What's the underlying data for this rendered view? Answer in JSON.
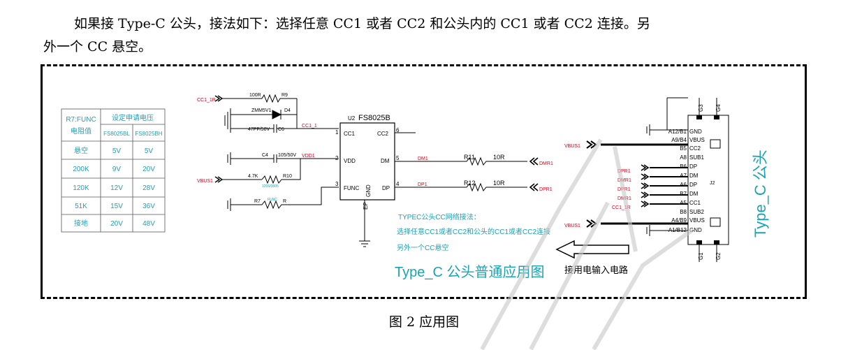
{
  "paragraph": {
    "line1": "如果接 Type-C 公头，接法如下：选择任意 CC1 或者 CC2 和公头内的 CC1 或者 CC2 连接。另",
    "line2": "外一个 CC 悬空。"
  },
  "caption": "图 2 应用图",
  "table": {
    "col1_header_line1": "R7:FUNC",
    "col1_header_line2": "电阻值",
    "group_header": "设定申请电压",
    "sub_headers": [
      "FS8025BL",
      "FS8025BH"
    ],
    "rows": [
      [
        "悬空",
        "5V",
        "5V"
      ],
      [
        "200K",
        "9V",
        "20V"
      ],
      [
        "120K",
        "12V",
        "28V"
      ],
      [
        "51K",
        "15V",
        "36V"
      ],
      [
        "接地",
        "20V",
        "48V"
      ]
    ]
  },
  "schematic": {
    "chip_ref": "U2",
    "chip_name": "FS8025B",
    "chip_pins_left": [
      {
        "num": "1",
        "name": "CC1"
      },
      {
        "num": "2",
        "name": "VDD"
      },
      {
        "num": "3",
        "name": "FUNC"
      }
    ],
    "chip_pins_right": [
      {
        "num": "6",
        "name": "CC2"
      },
      {
        "num": "5",
        "name": "DM"
      },
      {
        "num": "4",
        "name": "DP"
      }
    ],
    "chip_bottom": [
      "GND",
      "EP"
    ],
    "r9": {
      "value": "100R",
      "ref": "R9"
    },
    "d4": {
      "value": "ZMM5V1",
      "ref": "D4"
    },
    "c6": {
      "value": "47PF/50V",
      "ref": "C6"
    },
    "c4": {
      "value": "105/50V",
      "ref": "C4"
    },
    "r10": {
      "value": "4.7K",
      "ref": "R10",
      "pkg": "1206/0805"
    },
    "r7": {
      "ref": "R7",
      "net": "FUNC",
      "suffix": "R"
    },
    "r11": {
      "ref": "R11",
      "value": "10R"
    },
    "r12": {
      "ref": "R12",
      "value": "10R"
    },
    "nets": {
      "cc1_1r": "CC1_1R",
      "cc1_1": "CC1_1",
      "vdd1": "VDD1",
      "vbus1": "VBUS1",
      "dm1": "DM1",
      "dp1": "DP1",
      "dmr1": "DMR1",
      "dpr1": "DPR1"
    },
    "note_lines": [
      "TYPEC公头CC网络接法：",
      "选择任意CC1或者CC2和公头的CC1或者CC2连接",
      "另外一个CC悬空"
    ],
    "big_title": "Type_C 公头普通应用图",
    "arrow_label": "接用电输入电路",
    "connector": {
      "ref": "J2",
      "side_label": "Type_C 公头",
      "top_pins": [
        "G3",
        "G4"
      ],
      "bottom_pins": [
        "G1",
        "G2"
      ],
      "left_pins": [
        "A12/B1",
        "A9/B4",
        "B5",
        "A8",
        "B6",
        "A7",
        "A6",
        "B7",
        "A5",
        "B8",
        "A4/B9",
        "A1/B12"
      ],
      "right_names": [
        "GND",
        "VBUS",
        "CC2",
        "SUB1",
        "DP",
        "DM",
        "DP",
        "DM",
        "CC1",
        "SUB2",
        "VBUS",
        "GND"
      ],
      "left_nets": [
        "DPR1",
        "DMR1",
        "DPR1",
        "DMR1",
        "CC1_1R"
      ]
    }
  },
  "colors": {
    "accent_cyan": "#1aa3b5",
    "net_red": "#d0021b",
    "table_text": "#2a9bb0",
    "wire": "#000000"
  }
}
